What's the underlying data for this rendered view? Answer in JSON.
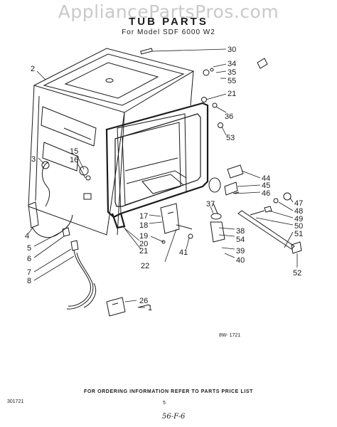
{
  "watermark": "AppliancePartsPros.com",
  "title": "TUB PARTS",
  "subtitle": "For Model SDF 6000 W2",
  "drawing_code": "8W- 1721",
  "footer": "FOR ORDERING INFORMATION REFER TO PARTS PRICE LIST",
  "page_code": "301721",
  "dot_mark": "5",
  "handwritten": "56-F-6",
  "part_labels": [
    "30",
    "34",
    "35",
    "55",
    "2",
    "21",
    "36",
    "53",
    "44",
    "45",
    "46",
    "47",
    "48",
    "49",
    "50",
    "51",
    "52",
    "15",
    "16",
    "3",
    "37",
    "38",
    "54",
    "39",
    "40",
    "17",
    "18",
    "19",
    "20",
    "21",
    "22",
    "41",
    "4",
    "5",
    "6",
    "7",
    "8",
    "26",
    "1"
  ]
}
